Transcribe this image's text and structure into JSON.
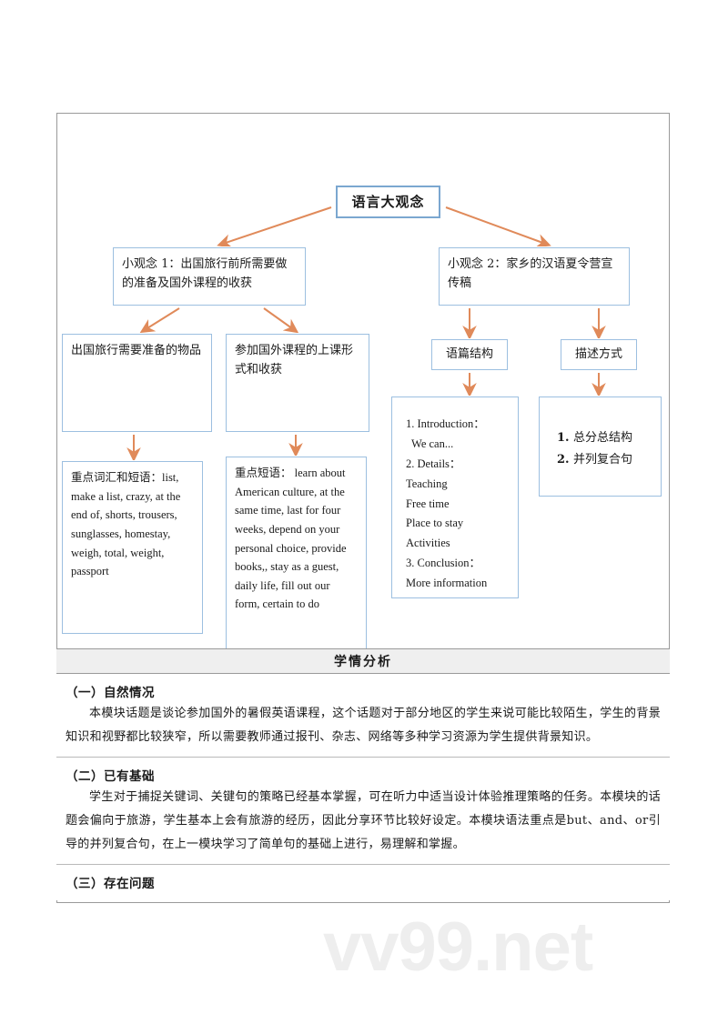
{
  "document": {
    "watermark": "vv99.net"
  },
  "diagram": {
    "root": {
      "label": "语言大观念"
    },
    "sub_concepts": [
      {
        "id": "sub1",
        "label": "小观念 1：出国旅行前所需要做的准备及国外课程的收获"
      },
      {
        "id": "sub2",
        "label": "小观念 2：家乡的汉语夏令营宣传稿"
      }
    ],
    "left_branch": {
      "leaf1": {
        "label": "出国旅行需要准备的物品"
      },
      "leaf2": {
        "label": "参加国外课程的上课形式和收获"
      },
      "leaf3": {
        "label": "重点词汇和短语：list, make a list, crazy, at the end of, shorts, trousers, sunglasses, homestay, weigh, total, weight, passport"
      },
      "leaf4": {
        "label": "重点短语： learn about American culture, at the same time, last for four weeks, depend on your personal choice, provide books,, stay as a guest, daily life, fill out our form, certain to do"
      }
    },
    "right_branch": {
      "mid1": {
        "label": "语篇结构"
      },
      "mid2": {
        "label": "描述方式"
      },
      "leaf1": {
        "lines": [
          "1. Introduction：",
          "  We can...",
          "2. Details：",
          "Teaching",
          "Free time",
          "Place to stay",
          "Activities",
          "3. Conclusion：",
          "More information"
        ]
      },
      "leaf2": {
        "items": [
          {
            "num": "1.",
            "text": "总分总结构"
          },
          {
            "num": "2.",
            "text": "并列复合句"
          }
        ]
      }
    },
    "arrow_color": "#e08a5a",
    "box_border_color": "#9cbfe0"
  },
  "analysis": {
    "header": "学情分析",
    "sections": [
      {
        "title": "（一）自然情况",
        "paragraph": "本模块话题是谈论参加国外的暑假英语课程，这个话题对于部分地区的学生来说可能比较陌生，学生的背景知识和视野都比较狭窄，所以需要教师通过报刊、杂志、网络等多种学习资源为学生提供背景知识。"
      },
      {
        "title": "（二）已有基础",
        "paragraph": "学生对于捕捉关键词、关键句的策略已经基本掌握，可在听力中适当设计体验推理策略的任务。本模块的话题会偏向于旅游，学生基本上会有旅游的经历，因此分享环节比较好设定。本模块语法重点是but、and、or引导的并列复合句，在上一模块学习了简单句的基础上进行，易理解和掌握。"
      },
      {
        "title": "（三）存在问题",
        "paragraph": ""
      }
    ]
  }
}
